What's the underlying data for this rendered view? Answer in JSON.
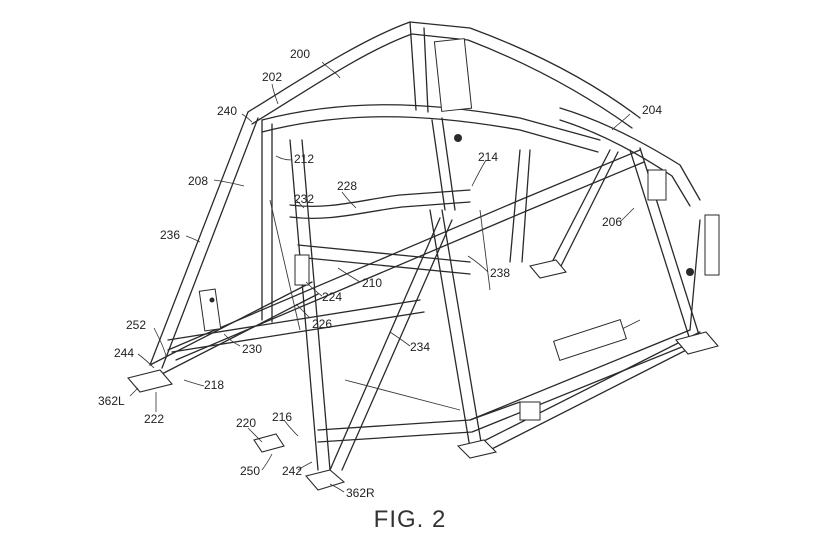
{
  "figure": {
    "caption": "FIG. 2",
    "reference_numerals": [
      "200",
      "202",
      "204",
      "240",
      "212",
      "214",
      "208",
      "228",
      "232",
      "206",
      "236",
      "210",
      "238",
      "224",
      "226",
      "252",
      "230",
      "244",
      "234",
      "218",
      "362L",
      "222",
      "220",
      "216",
      "250",
      "242",
      "362R"
    ]
  }
}
